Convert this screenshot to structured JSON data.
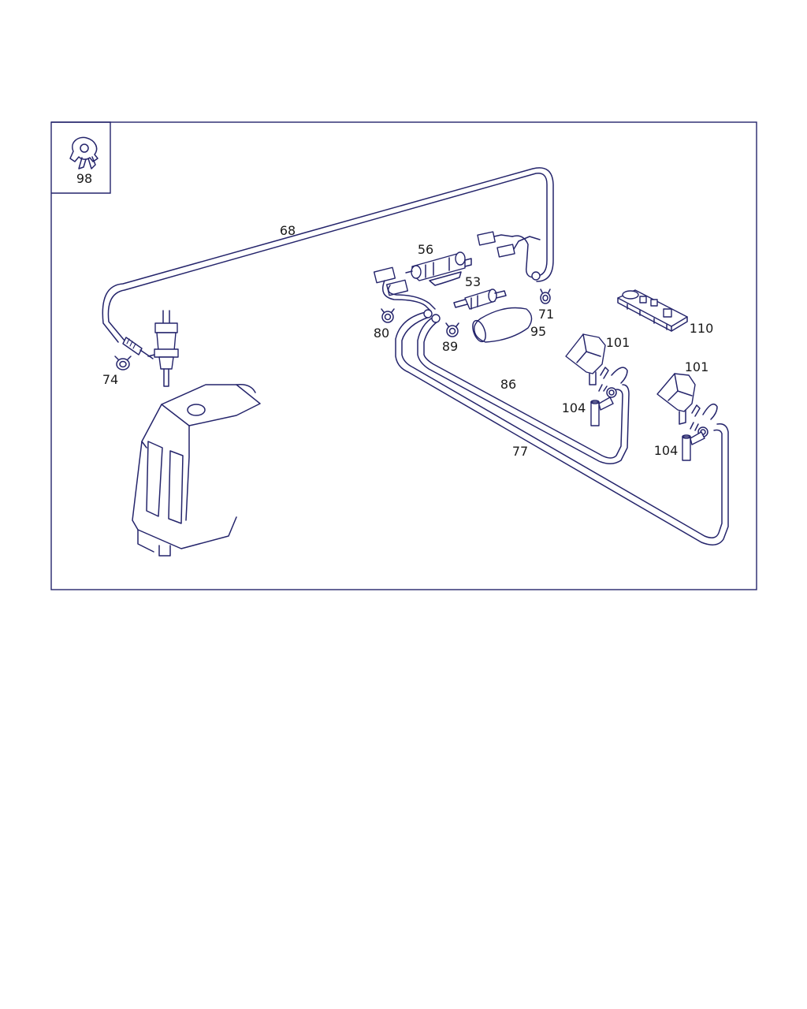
{
  "colors": {
    "line": "#24246b",
    "background": "#ffffff",
    "text": "#1a1a1a"
  },
  "inset": {
    "icon": "clip-icon",
    "label": "98"
  },
  "callouts": {
    "c68": "68",
    "c56": "56",
    "c53": "53",
    "c71": "71",
    "c80": "80",
    "c89": "89",
    "c95": "95",
    "c110": "110",
    "c74": "74",
    "c101a": "101",
    "c86": "86",
    "c104a": "104",
    "c101b": "101",
    "c77": "77",
    "c104b": "104"
  }
}
